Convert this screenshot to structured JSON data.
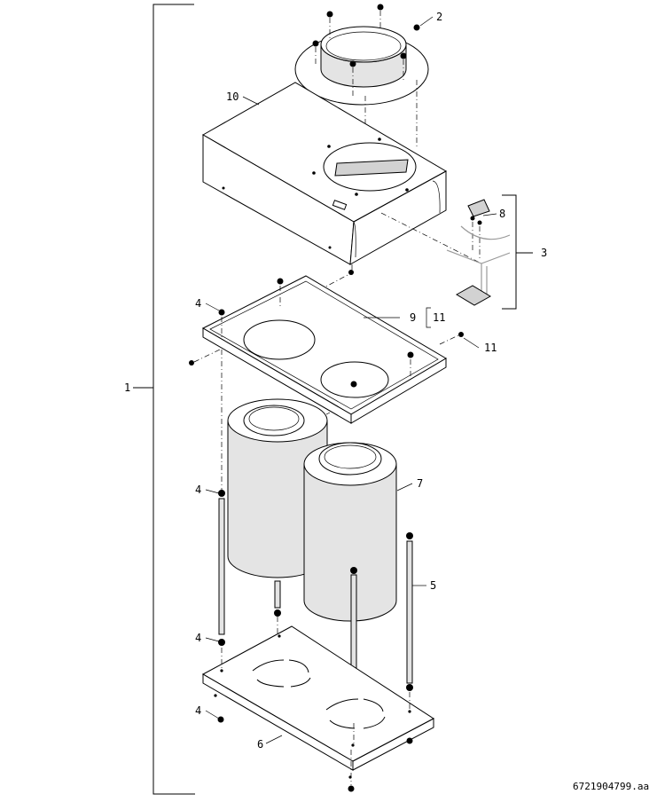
{
  "drawing": {
    "doc_id": "6721904799.aa",
    "callouts": {
      "c1": "1",
      "c2": "2",
      "c3": "3",
      "c4a": "4",
      "c4b": "4",
      "c4c": "4",
      "c4d": "4",
      "c5": "5",
      "c6": "6",
      "c7": "7",
      "c8": "8",
      "c9": "9",
      "c9sub": "11",
      "c10": "10",
      "c11": "11"
    }
  }
}
